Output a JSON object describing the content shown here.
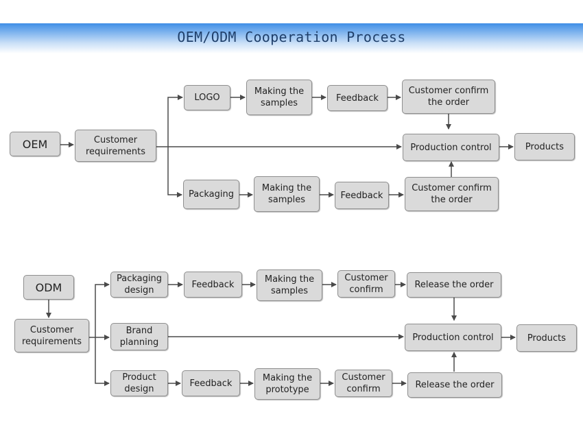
{
  "title": "OEM/ODM Cooperation Process",
  "oem": {
    "start": "OEM",
    "requirements": "Customer\nrequirements",
    "top_row": [
      "LOGO",
      "Making the\nsamples",
      "Feedback",
      "Customer confirm\nthe order"
    ],
    "production": "Production control",
    "products": "Products",
    "bottom_row": [
      "Packaging",
      "Making the\nsamples",
      "Feedback",
      "Customer confirm\nthe order"
    ]
  },
  "odm": {
    "start": "ODM",
    "requirements": "Customer\nrequirements",
    "top_row": [
      "Packaging\ndesign",
      "Feedback",
      "Making the\nsamples",
      "Customer\nconfirm",
      "Release the order"
    ],
    "middle": "Brand\nplanning",
    "production": "Production control",
    "products": "Products",
    "bottom_row": [
      "Product\ndesign",
      "Feedback",
      "Making the\nprototype",
      "Customer\nconfirm",
      "Release the order"
    ]
  },
  "colors": {
    "box_fill": "#dadada",
    "box_border": "#8e8e8e",
    "arrow": "#4a4a4a",
    "banner": "#3f8ee6"
  }
}
